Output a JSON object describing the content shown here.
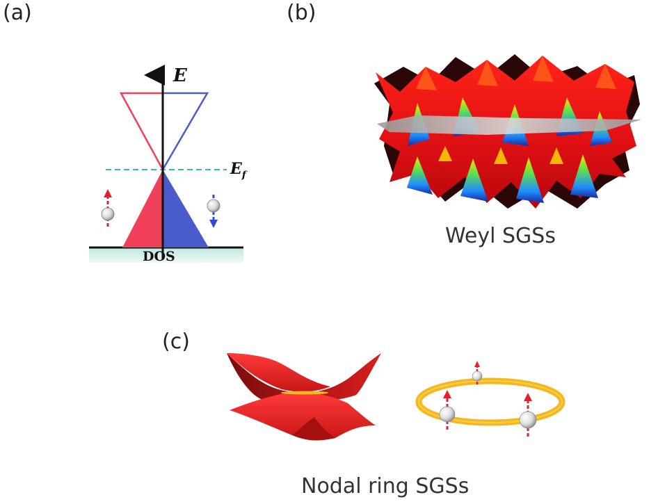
{
  "figure": {
    "panels": [
      {
        "label": "(a)"
      },
      {
        "label": "(b)",
        "caption": "Weyl SGSs"
      },
      {
        "label": "(c)",
        "caption": "Nodal ring SGSs"
      }
    ],
    "dos_panel": {
      "energy_axis_label": "E",
      "fermi_level_label": "E",
      "fermi_level_subscript": "f",
      "x_axis_label": "DOS",
      "spin_up_color": "#f0405a",
      "spin_down_color": "#4858c8",
      "fermi_line_color": "#35b8c4",
      "baseline_shade_color": "#cfeae4"
    },
    "icons": [
      "spin-up-electron-icon",
      "spin-down-electron-icon"
    ],
    "surface_colors": [
      "#e8161c",
      "#ffd400",
      "#49d14a",
      "#2850e0",
      "#111111"
    ],
    "ring_color": "#f4b71e"
  }
}
